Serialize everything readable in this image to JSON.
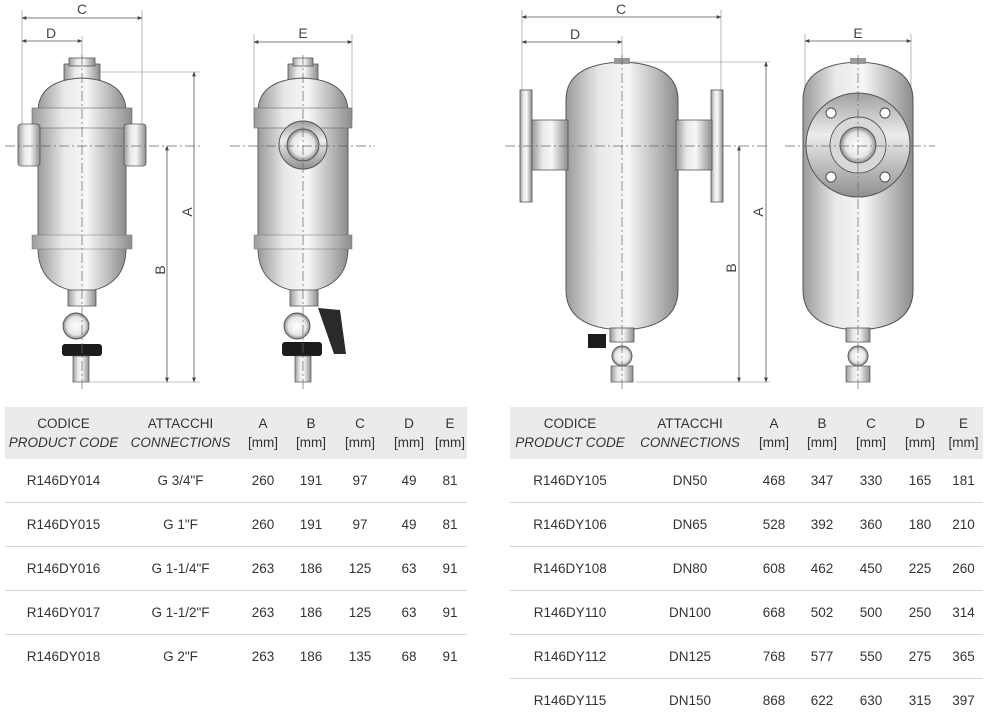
{
  "dimension_letters": {
    "a": "A",
    "b": "B",
    "c": "C",
    "d": "D",
    "e": "E"
  },
  "table_left": {
    "headers": [
      {
        "line1": "CODICE",
        "line2": "PRODUCT CODE"
      },
      {
        "line1": "ATTACCHI",
        "line2": "CONNECTIONS"
      },
      {
        "line1": "A",
        "line2": "[mm]"
      },
      {
        "line1": "B",
        "line2": "[mm]"
      },
      {
        "line1": "C",
        "line2": "[mm]"
      },
      {
        "line1": "D",
        "line2": "[mm]"
      },
      {
        "line1": "E",
        "line2": "[mm]"
      }
    ],
    "rows": [
      [
        "R146DY014",
        "G 3/4\"F",
        "260",
        "191",
        "97",
        "49",
        "81"
      ],
      [
        "R146DY015",
        "G 1\"F",
        "260",
        "191",
        "97",
        "49",
        "81"
      ],
      [
        "R146DY016",
        "G 1-1/4\"F",
        "263",
        "186",
        "125",
        "63",
        "91"
      ],
      [
        "R146DY017",
        "G 1-1/2\"F",
        "263",
        "186",
        "125",
        "63",
        "91"
      ],
      [
        "R146DY018",
        "G 2\"F",
        "263",
        "186",
        "135",
        "68",
        "91"
      ]
    ]
  },
  "table_right": {
    "headers": [
      {
        "line1": "CODICE",
        "line2": "PRODUCT CODE"
      },
      {
        "line1": "ATTACCHI",
        "line2": "CONNECTIONS"
      },
      {
        "line1": "A",
        "line2": "[mm]"
      },
      {
        "line1": "B",
        "line2": "[mm]"
      },
      {
        "line1": "C",
        "line2": "[mm]"
      },
      {
        "line1": "D",
        "line2": "[mm]"
      },
      {
        "line1": "E",
        "line2": "[mm]"
      }
    ],
    "rows": [
      [
        "R146DY105",
        "DN50",
        "468",
        "347",
        "330",
        "165",
        "181"
      ],
      [
        "R146DY106",
        "DN65",
        "528",
        "392",
        "360",
        "180",
        "210"
      ],
      [
        "R146DY108",
        "DN80",
        "608",
        "462",
        "450",
        "225",
        "260"
      ],
      [
        "R146DY110",
        "DN100",
        "668",
        "502",
        "500",
        "250",
        "314"
      ],
      [
        "R146DY112",
        "DN125",
        "768",
        "577",
        "550",
        "275",
        "365"
      ],
      [
        "R146DY115",
        "DN150",
        "868",
        "622",
        "630",
        "315",
        "397"
      ]
    ]
  }
}
